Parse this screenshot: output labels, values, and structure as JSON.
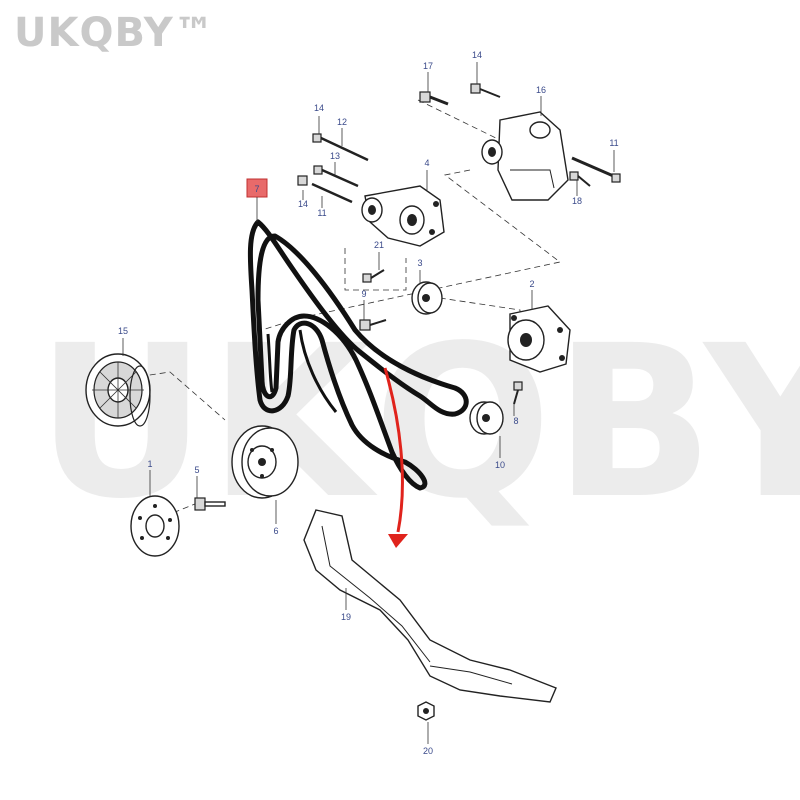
{
  "watermark": {
    "small": "UKQBY™",
    "large": "UKQBY™"
  },
  "highlight_color": "#e23a3a",
  "arrow_color": "#e0231c",
  "callouts": {
    "c1": "1",
    "c2": "2",
    "c3": "3",
    "c4": "4",
    "c5": "5",
    "c6": "6",
    "c7": "7",
    "c8": "8",
    "c9": "9",
    "c10": "10",
    "c11a": "11",
    "c11b": "11",
    "c12": "12",
    "c13": "13",
    "c14a": "14",
    "c14b": "14",
    "c14c": "14",
    "c15": "15",
    "c16": "16",
    "c17": "17",
    "c18": "18",
    "c19": "19",
    "c20": "20",
    "c21": "21"
  }
}
